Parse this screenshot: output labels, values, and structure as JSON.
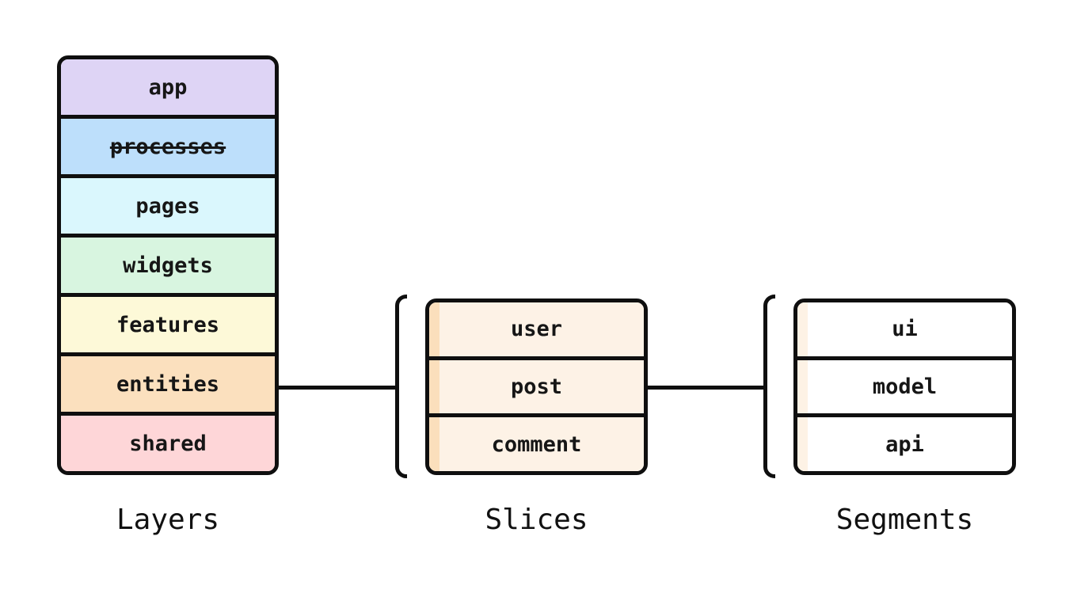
{
  "diagram": {
    "title": "feature-sliced-design-structure",
    "background_color": "#ffffff",
    "stroke_color": "#0f0f0f",
    "text_color": "#161616",
    "groups": [
      {
        "name": "layers",
        "caption": "Layers",
        "items": [
          {
            "label": "app",
            "color": "#ded4f5",
            "deprecated": false
          },
          {
            "label": "processes",
            "color": "#bddffb",
            "deprecated": true
          },
          {
            "label": "pages",
            "color": "#daf7fd",
            "deprecated": false
          },
          {
            "label": "widgets",
            "color": "#d8f5e0",
            "deprecated": false
          },
          {
            "label": "features",
            "color": "#fdf9d8",
            "deprecated": false
          },
          {
            "label": "entities",
            "color": "#fbe0be",
            "deprecated": false
          },
          {
            "label": "shared",
            "color": "#fed6d8",
            "deprecated": false
          }
        ]
      },
      {
        "name": "slices",
        "caption": "Slices",
        "fill": "#fdf2e6",
        "stripe": "#fbdfbc",
        "items": [
          {
            "label": "user"
          },
          {
            "label": "post"
          },
          {
            "label": "comment"
          }
        ]
      },
      {
        "name": "segments",
        "caption": "Segments",
        "fill": "#ffffff",
        "stripe": "#fdf2e5",
        "items": [
          {
            "label": "ui"
          },
          {
            "label": "model"
          },
          {
            "label": "api"
          }
        ]
      }
    ]
  }
}
